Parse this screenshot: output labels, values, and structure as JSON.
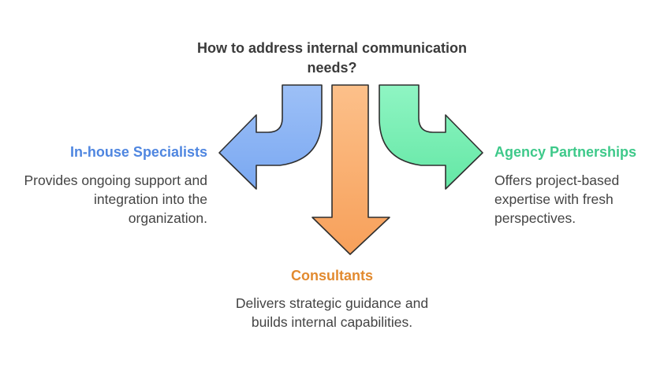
{
  "title": "How to address internal communication needs?",
  "options": {
    "left": {
      "title": "In-house Specialists",
      "description": "Provides ongoing support and integration into the organization.",
      "color": "#4f86e0"
    },
    "center": {
      "title": "Consultants",
      "description": "Delivers strategic guidance and builds internal capabilities.",
      "color": "#e28a2f"
    },
    "right": {
      "title": "Agency Partnerships",
      "description": "Offers project-based expertise with fresh perspectives.",
      "color": "#3ec98a"
    }
  }
}
